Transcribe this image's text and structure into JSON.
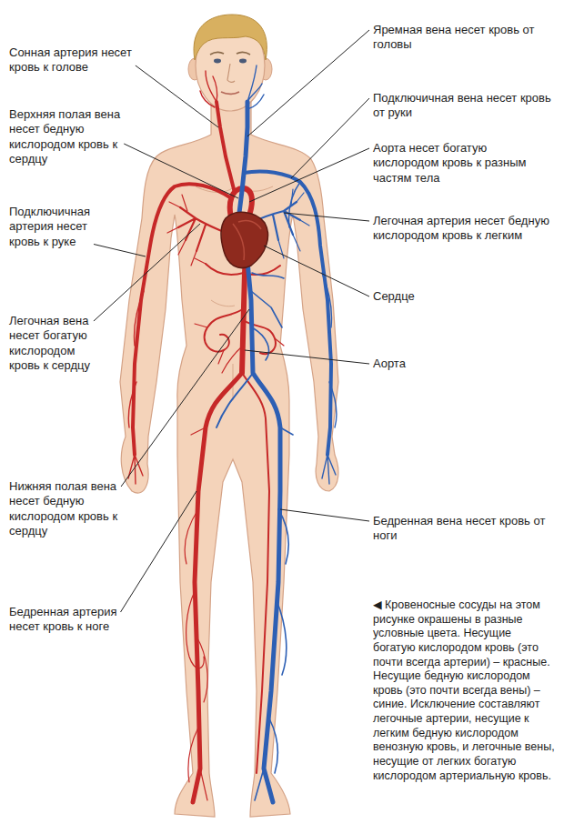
{
  "diagram": {
    "caption": "◀ Кровеносные сосуды на этом рисунке окрашены в разные условные цвета. Несущие богатую кислородом кровь (это почти всегда артерии) – красные. Несущие бедную кислородом кровь (это почти всегда вены) – синие. Исключение составляют легочные артерии, несущие к легким бедную кислородом венозную кровь, и легочные вены, несущие от легких богатую кислородом артериальную кровь.",
    "labels": [
      "Сонная артерия несет кровь к голове",
      "Верхняя полая вена несет бедную кислородом кровь к сердцу",
      "Подключичная артерия несет кровь к руке",
      "Легочная вена несет богатую кислородом кровь к сердцу",
      "Нижняя полая вена несет бедную кислородом кровь к сердцу",
      "Бедренная артерия несет кровь к ноге",
      "Яремная вена несет кровь от головы",
      "Подключичная вена несет кровь от руки",
      "Аорта несет богатую кислородом кровь к разным частям тела",
      "Легочная артерия несет бедную кислородом кровь к легким",
      "Сердце",
      "Аорта",
      "Бедренная вена несет кровь от ноги"
    ]
  }
}
